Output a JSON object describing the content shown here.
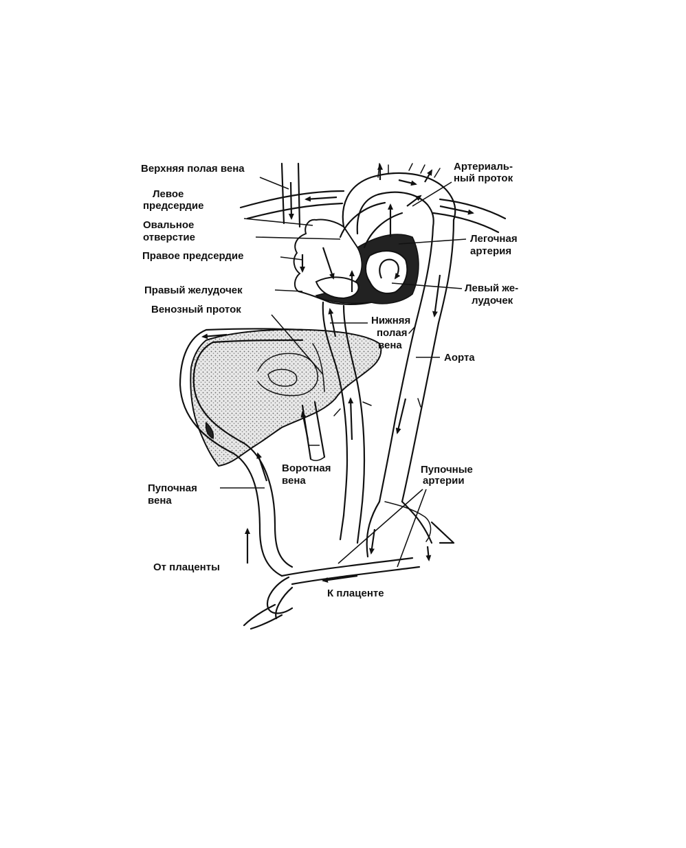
{
  "labels": {
    "superior_vena_cava": "Верхняя полая вена",
    "left_atrium_1": "Левое",
    "left_atrium_2": "предсердие",
    "foramen_ovale_1": "Овальное",
    "foramen_ovale_2": "отверстие",
    "right_atrium": "Правое предсердие",
    "right_ventricle": "Правый желудочек",
    "ductus_venosus": "Венозный проток",
    "ductus_arteriosus_1": "Артериаль-",
    "ductus_arteriosus_2": "ный проток",
    "pulmonary_artery_1": "Легочная",
    "pulmonary_artery_2": "артерия",
    "left_ventricle_1": "Левый же-",
    "left_ventricle_2": "лудочек",
    "inferior_vena_cava_1": "Нижняя",
    "inferior_vena_cava_2": "полая",
    "inferior_vena_cava_3": "вена",
    "aorta": "Аорта",
    "portal_vein_1": "Воротная",
    "portal_vein_2": "вена",
    "umbilical_vein_1": "Пупочная",
    "umbilical_vein_2": "вена",
    "umbilical_arteries_1": "Пупочные",
    "umbilical_arteries_2": "артерии",
    "from_placenta": "От плаценты",
    "to_placenta": "К плаценте"
  }
}
